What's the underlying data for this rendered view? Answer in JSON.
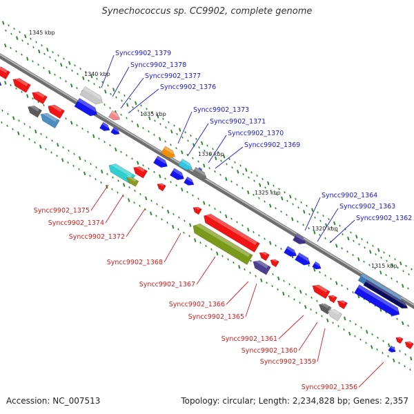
{
  "title": "Synechococcus sp. CC9902, complete genome",
  "footer": {
    "accession": "Accession: NC_007513",
    "summary": "Topology: circular; Length: 2,234,828 bp; Genes: 2,357"
  },
  "colors": {
    "blue_label": "#1a1ad6",
    "red_label": "#d81c1c",
    "forward_gene": "#1414f0",
    "reverse_gene": "#f01414",
    "backbone": "#8c8c8c",
    "tick": "#2a8a2a"
  },
  "kbp_ticks": [
    "1345 kbp",
    "1340 kbp",
    "1335 kbp",
    "1330 kbp",
    "1325 kbp",
    "1320 kbp",
    "1315 kbp"
  ],
  "genes_forward": [
    "Syncc9902_1379",
    "Syncc9902_1378",
    "Syncc9902_1377",
    "Syncc9902_1376",
    "Syncc9902_1373",
    "Syncc9902_1371",
    "Syncc9902_1370",
    "Syncc9902_1369",
    "Syncc9902_1364",
    "Syncc9902_1363",
    "Syncc9902_1362"
  ],
  "genes_reverse": [
    "Syncc9902_1375",
    "Syncc9902_1374",
    "Syncc9902_1372",
    "Syncc9902_1368",
    "Syncc9902_1367",
    "Syncc9902_1366",
    "Syncc9902_1365",
    "Syncc9902_1361",
    "Syncc9902_1360",
    "Syncc9902_1359",
    "Syncc9902_1356"
  ]
}
